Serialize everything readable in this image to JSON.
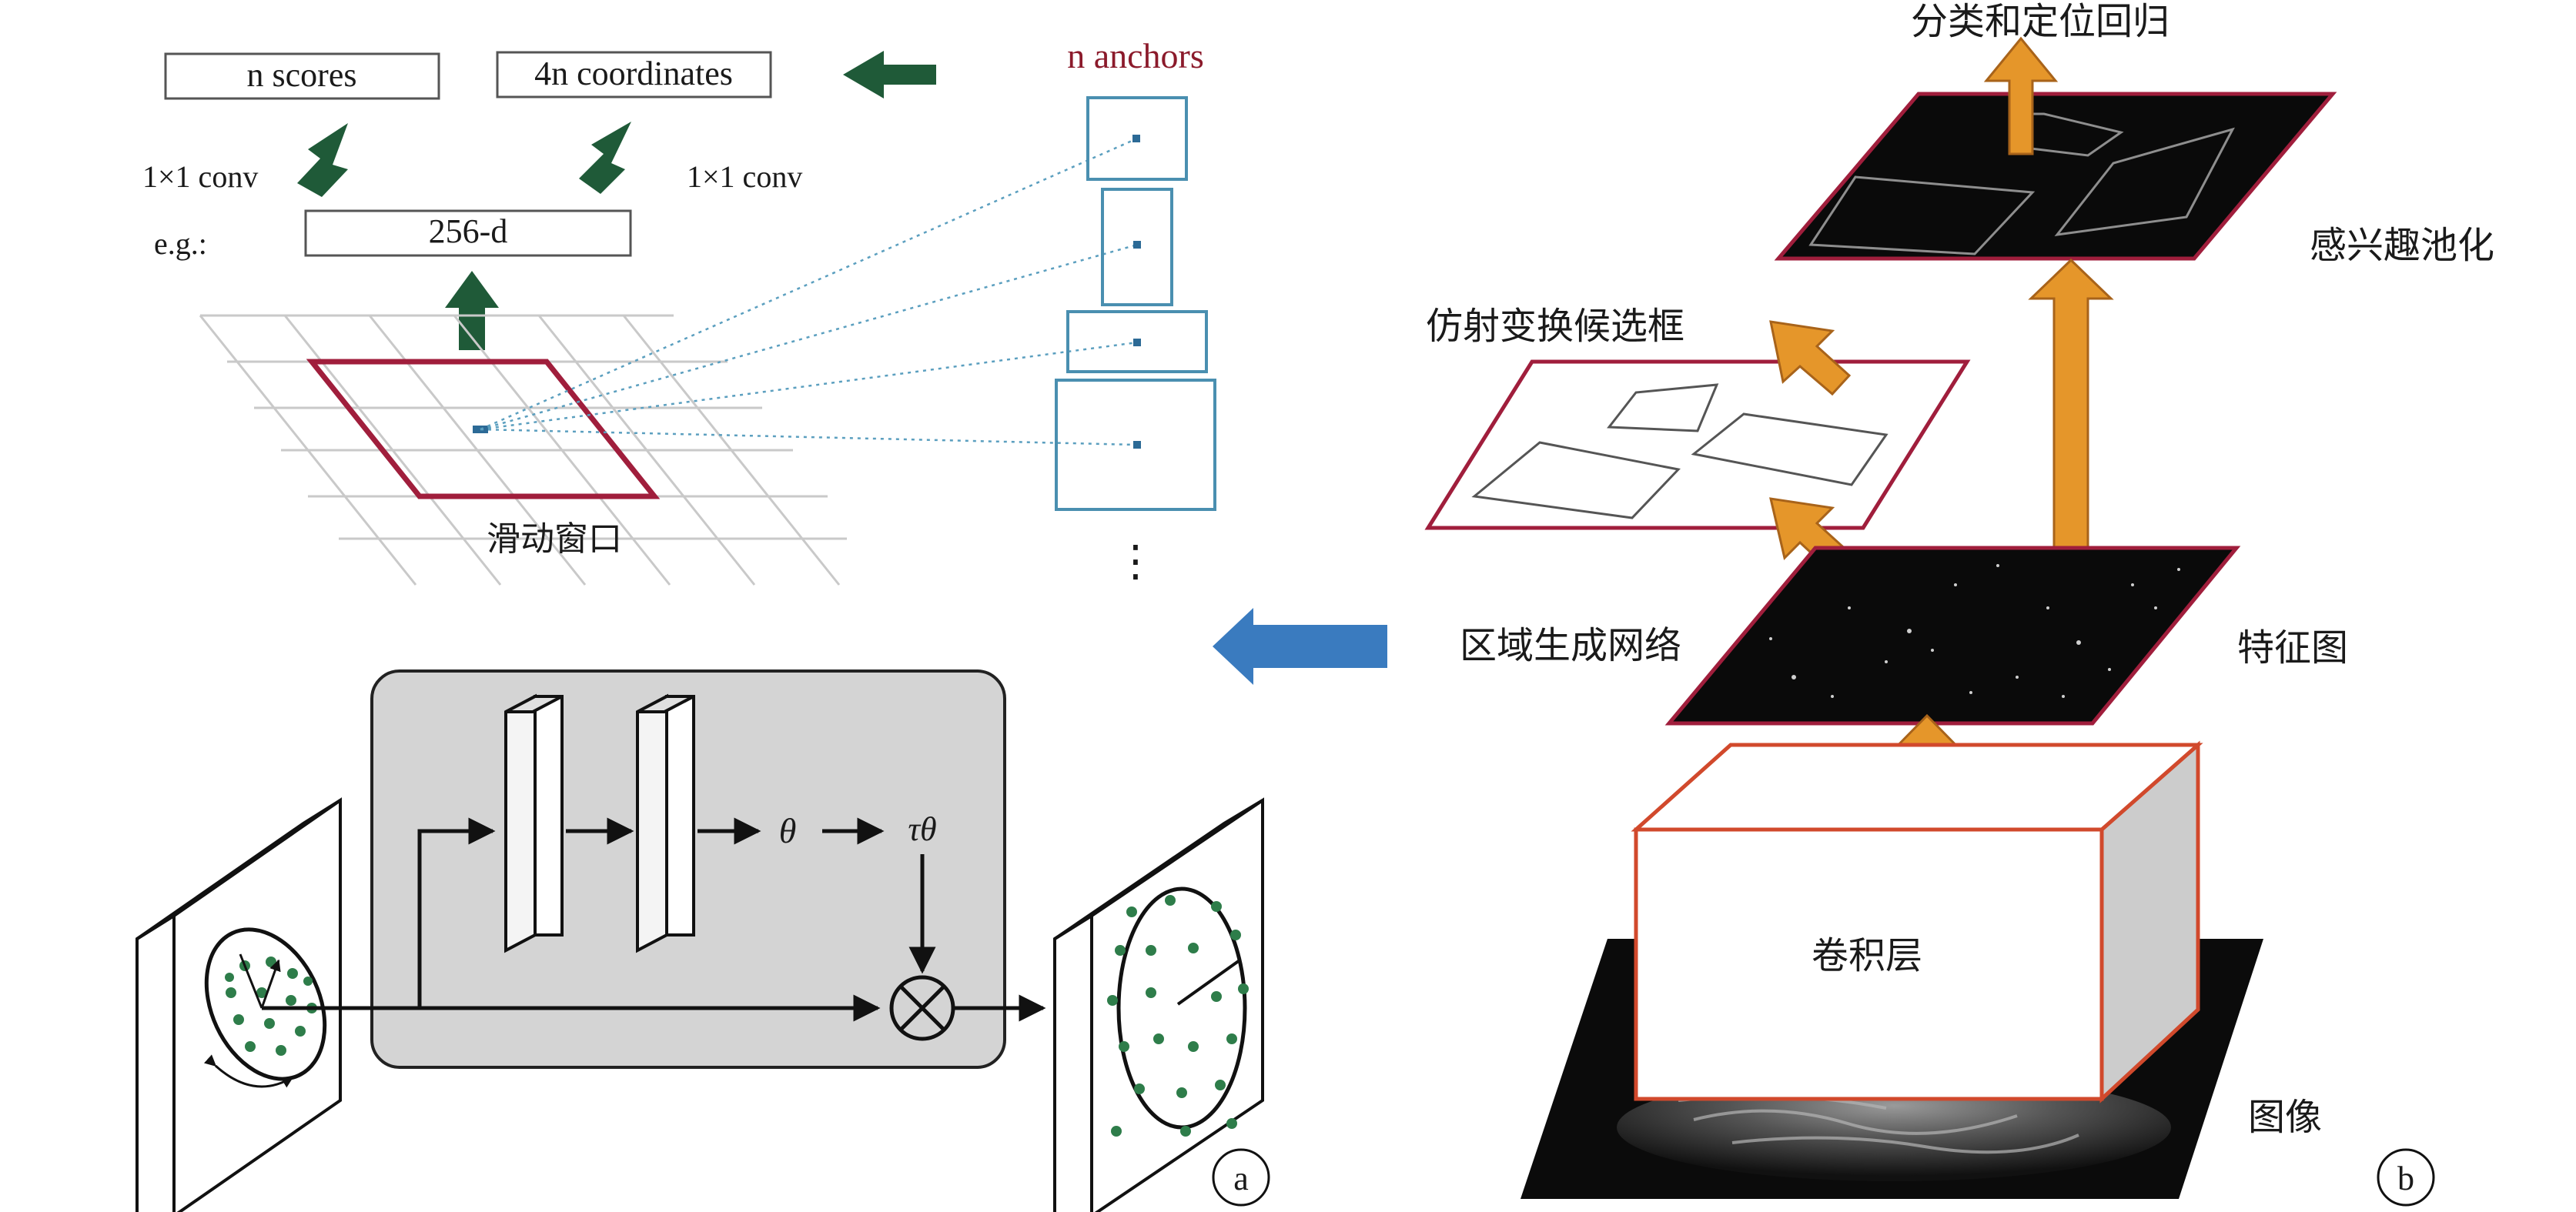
{
  "panel_a": {
    "rpn": {
      "scores_label": "n scores",
      "coords_label": "4n coordinates",
      "conv_left": "1×1 conv",
      "conv_right": "1×1 conv",
      "eg_label": "e.g.:",
      "feature_dim": "256-d",
      "anchors_label": "n anchors",
      "window_label": "滑动窗口",
      "ellipsis": "⋮"
    },
    "stn": {
      "theta": "θ",
      "tau": "τθ",
      "multiply_symbol": "⊗"
    },
    "panel_letter": "a"
  },
  "panel_b": {
    "top_label": "分类和定位回归",
    "roi_pooling": "感兴趣池化",
    "affine_proposals": "仿射变换候选框",
    "rpn_label": "区域生成网络",
    "feature_map": "特征图",
    "conv_layers": "卷积层",
    "image": "图像",
    "panel_letter": "b"
  },
  "colors": {
    "green_arrow": "#1f5a38",
    "anchor_box": "#4a8fb0",
    "window_red": "#a01e3c",
    "orange_arrow": "#e5962a",
    "blue_arrow": "#3a7bbf",
    "conv_box_border": "#d1492c",
    "stn_bg": "#d4d4d4",
    "point_green": "#2e7d4a"
  }
}
